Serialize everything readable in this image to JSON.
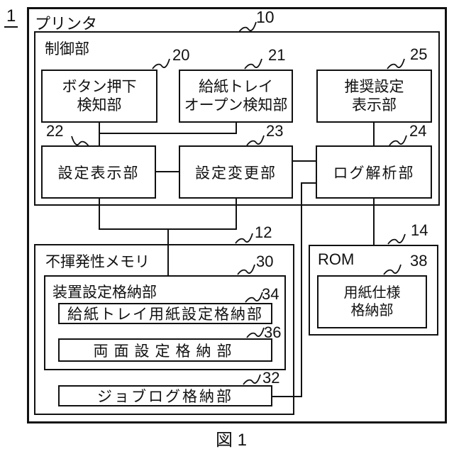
{
  "caption": "図 1",
  "system_ref": "1",
  "colors": {
    "ink": "#111111",
    "background": "#ffffff"
  },
  "boxes": {
    "printer": {
      "label": "プリンタ",
      "ref": "1"
    },
    "control_unit": {
      "label": "制御部",
      "ref": "10"
    },
    "button_press_detector": {
      "line1": "ボタン押下",
      "line2": "検知部",
      "ref": "20"
    },
    "tray_open_detector": {
      "line1": "給紙トレイ",
      "line2": "オープン検知部",
      "ref": "21"
    },
    "recommended_setting_display": {
      "line1": "推奨設定",
      "line2": "表示部",
      "ref": "25"
    },
    "setting_display": {
      "label": "設定表示部",
      "ref": "22"
    },
    "setting_change": {
      "label": "設定変更部",
      "ref": "23"
    },
    "log_analysis": {
      "label": "ログ解析部",
      "ref": "24"
    },
    "nonvolatile_memory": {
      "label": "不揮発性メモリ",
      "ref": "12"
    },
    "device_setting_storage": {
      "label": "装置設定格納部",
      "ref": "30"
    },
    "tray_paper_setting_storage": {
      "label": "給紙トレイ用紙設定格納部",
      "ref": "34"
    },
    "duplex_setting_storage": {
      "label": "両面設定格納部",
      "ref": "36"
    },
    "job_log_storage": {
      "label": "ジョブログ格納部",
      "ref": "32"
    },
    "rom": {
      "label": "ROM",
      "ref": "14"
    },
    "paper_spec_storage": {
      "line1": "用紙仕様",
      "line2": "格納部",
      "ref": "38"
    }
  },
  "connections": [
    {
      "from": "20",
      "to": "22"
    },
    {
      "from": "21",
      "to": "22"
    },
    {
      "from": "22",
      "to": "23"
    },
    {
      "from": "23",
      "to": "24"
    },
    {
      "from": "25",
      "to": "24"
    },
    {
      "from": "22",
      "to": "30"
    },
    {
      "from": "23",
      "to": "30"
    },
    {
      "from": "24",
      "to": "14"
    },
    {
      "from": "24",
      "to": "32"
    }
  ]
}
